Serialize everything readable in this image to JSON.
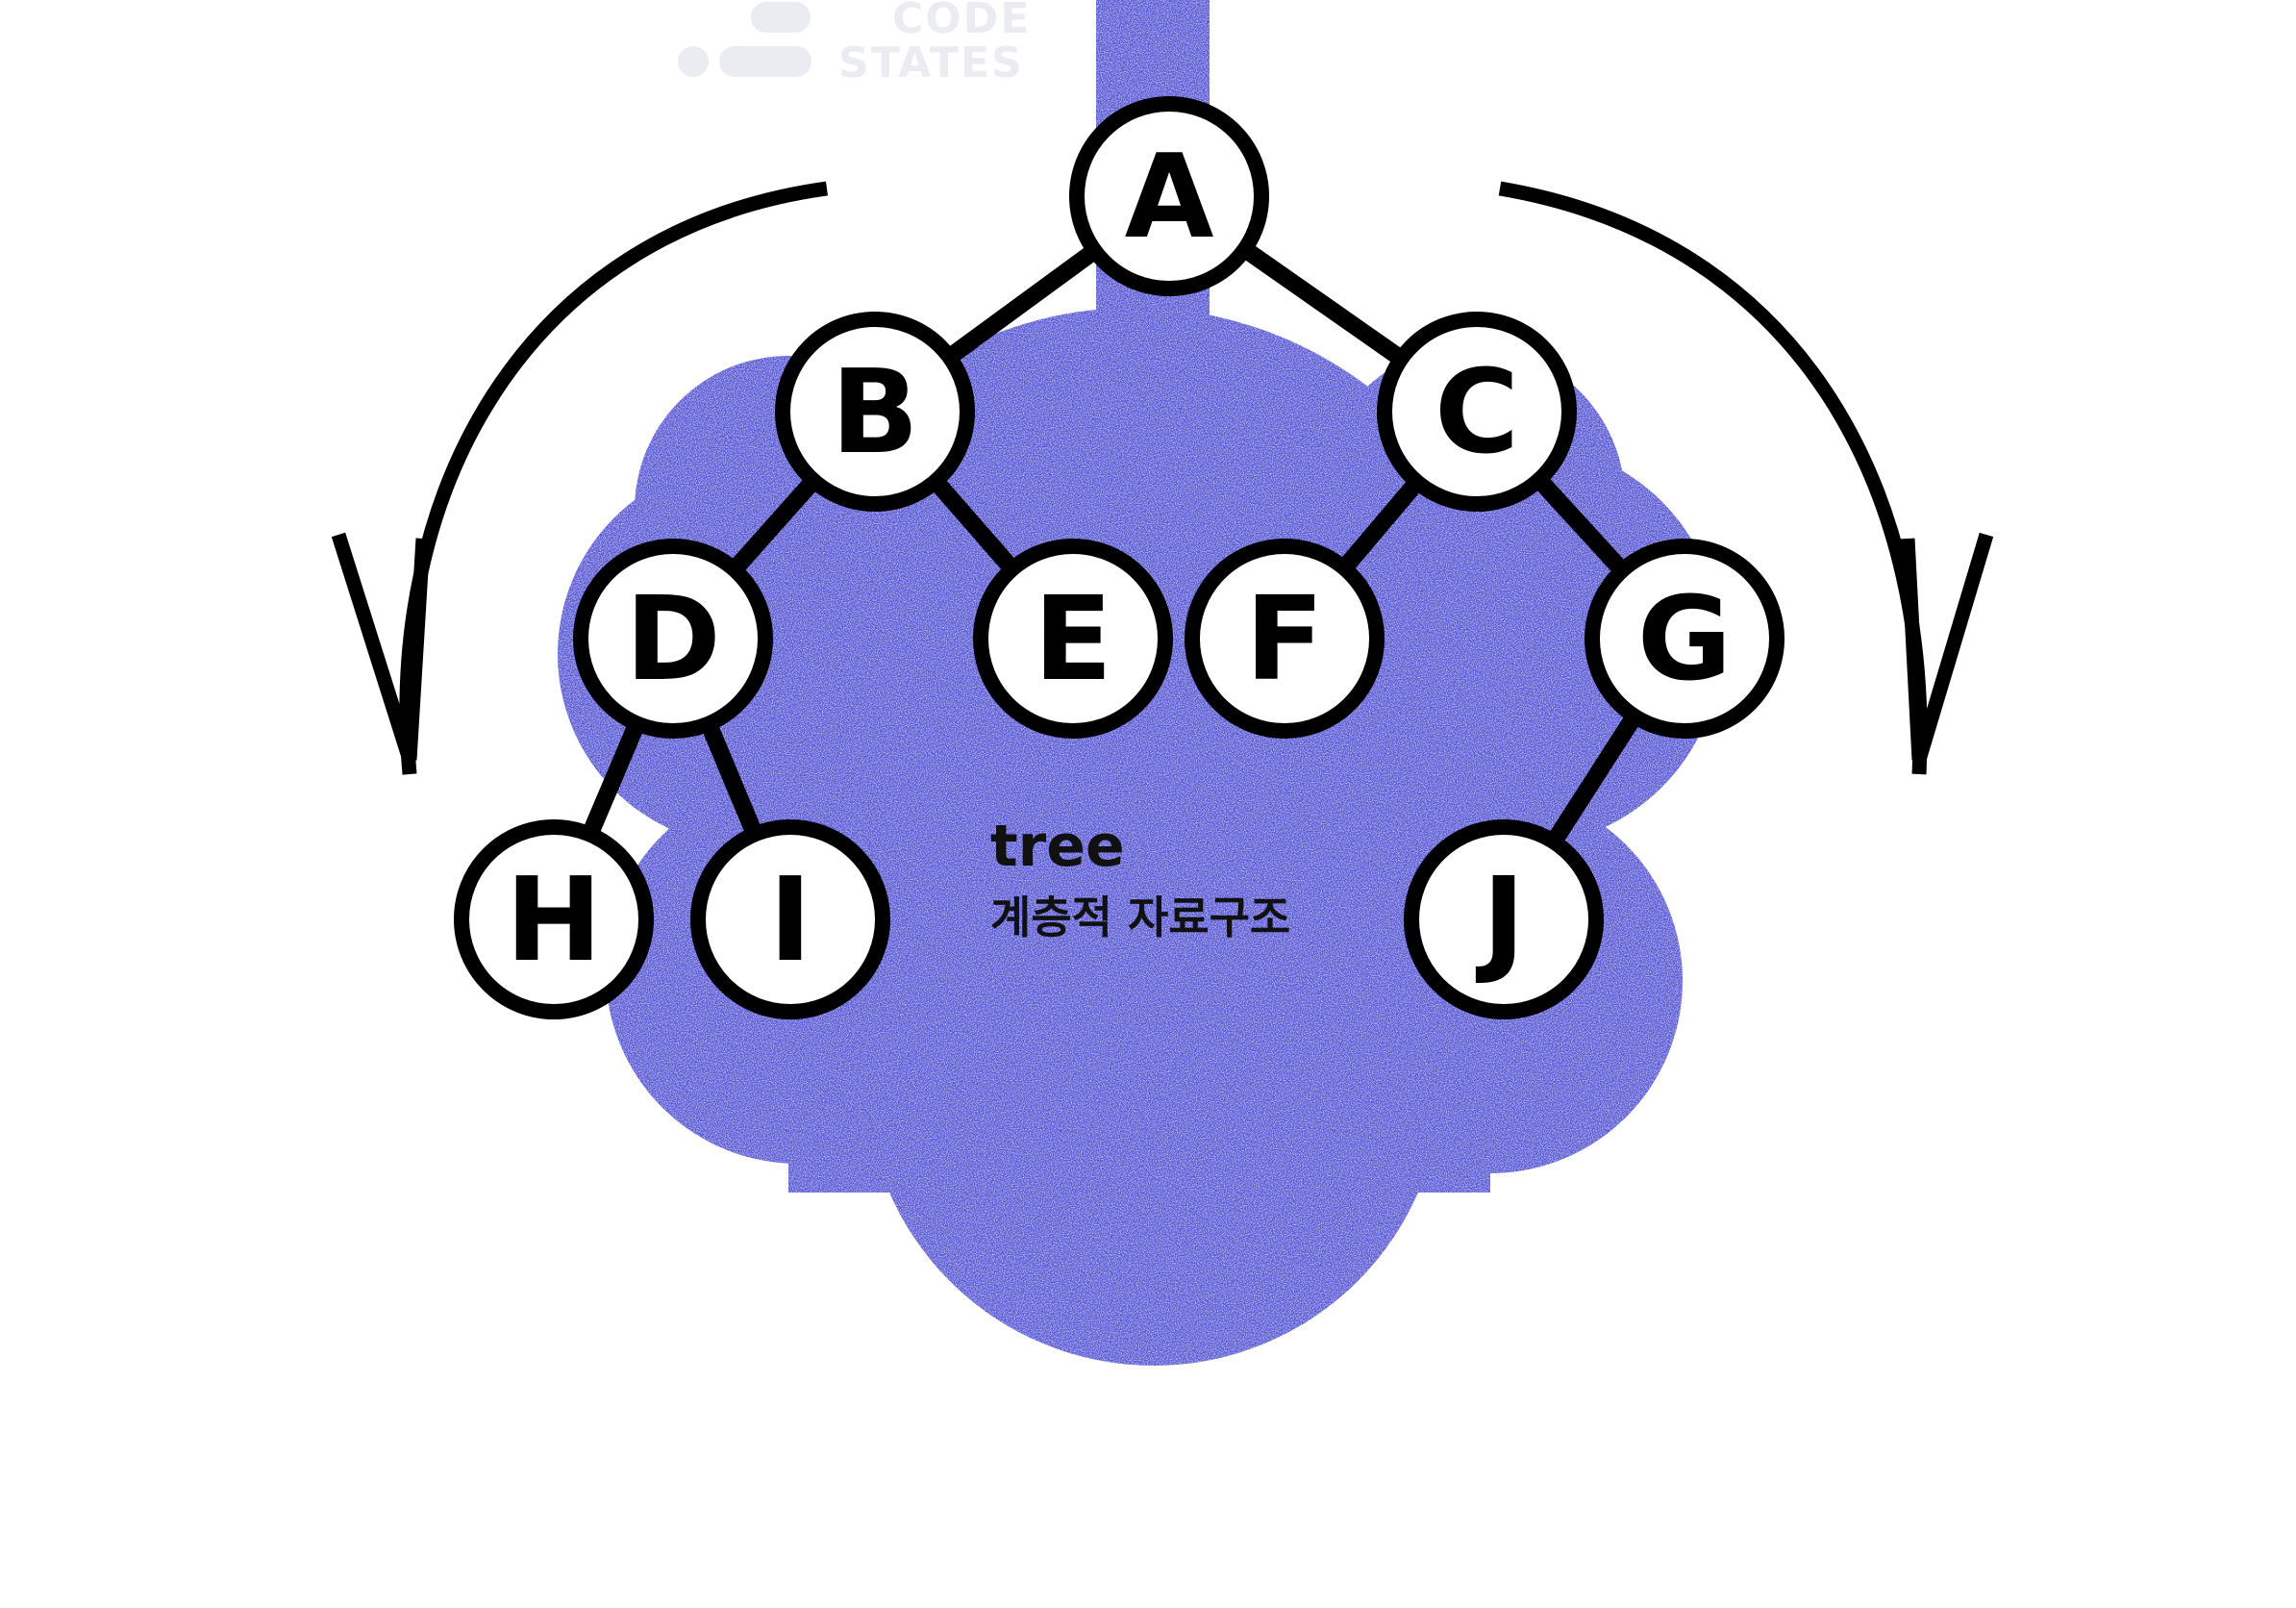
{
  "logo": {
    "line1": "CODE",
    "line2": "STATES"
  },
  "caption": {
    "title": "tree",
    "subtitle": "계층적 자료구조"
  },
  "colors": {
    "blob": "#5454d8",
    "stroke": "#000000",
    "node_fill": "#ffffff",
    "logo": "#ebebf2"
  },
  "tree": {
    "nodes": [
      {
        "id": "A",
        "label": "A"
      },
      {
        "id": "B",
        "label": "B"
      },
      {
        "id": "C",
        "label": "C"
      },
      {
        "id": "D",
        "label": "D"
      },
      {
        "id": "E",
        "label": "E"
      },
      {
        "id": "F",
        "label": "F"
      },
      {
        "id": "G",
        "label": "G"
      },
      {
        "id": "H",
        "label": "H"
      },
      {
        "id": "I",
        "label": "I"
      },
      {
        "id": "J",
        "label": "J"
      }
    ],
    "edges": [
      [
        "A",
        "B"
      ],
      [
        "A",
        "C"
      ],
      [
        "B",
        "D"
      ],
      [
        "B",
        "E"
      ],
      [
        "C",
        "F"
      ],
      [
        "C",
        "G"
      ],
      [
        "D",
        "H"
      ],
      [
        "D",
        "I"
      ],
      [
        "G",
        "J"
      ]
    ]
  }
}
